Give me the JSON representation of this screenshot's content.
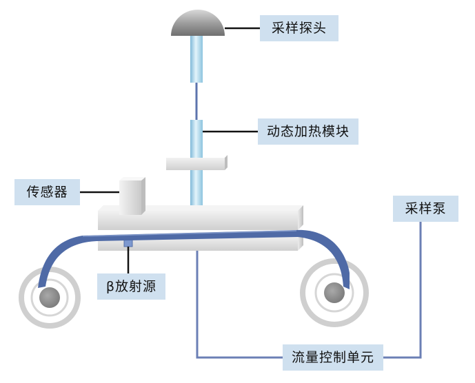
{
  "labels": {
    "sampling_probe": "采样探头",
    "dynamic_heating_module": "动态加热模块",
    "sensor": "传感器",
    "sampling_pump": "采样泵",
    "beta_source": "β放射源",
    "flow_control_unit": "流量控制单元"
  },
  "colors": {
    "label_background": "#cfe0ef",
    "tape": "#4f6aa6",
    "tube": "#9fd0e8",
    "connector_line": "#6b7fb5",
    "leader_line": "#111111",
    "reel_outer": "#cfcfcf",
    "reel_hub": "#8e8e8e",
    "platform": "#e2e2e2"
  }
}
